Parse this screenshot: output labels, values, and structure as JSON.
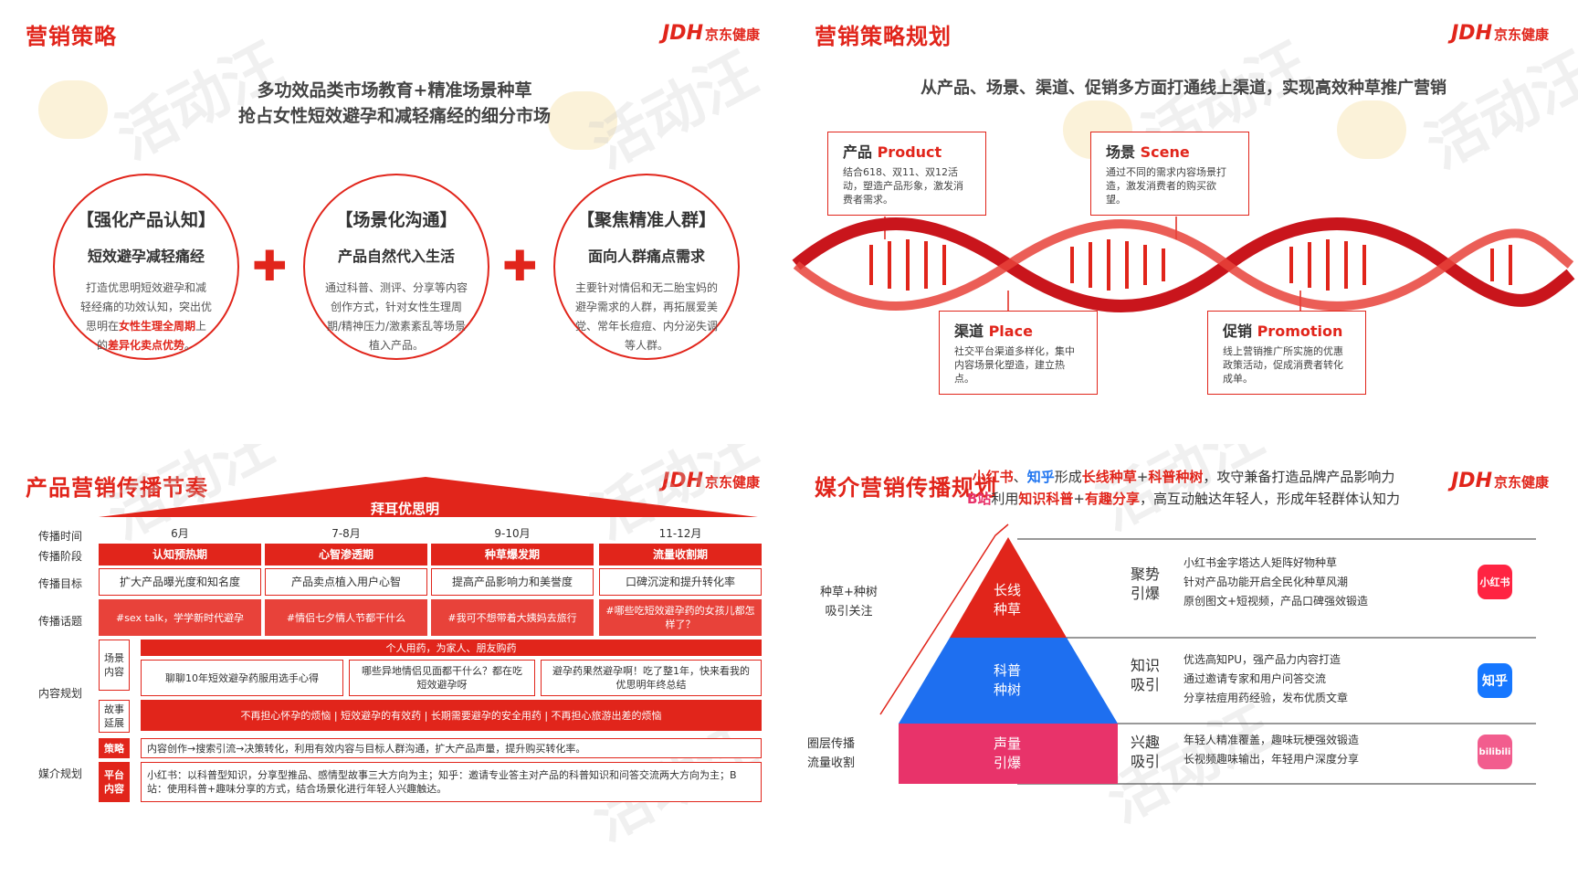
{
  "brand_logo": {
    "mark": "JDH",
    "name": "京东健康"
  },
  "watermark": "活动汪",
  "colors": {
    "brand_red": "#e1251b",
    "blue": "#1e74f0",
    "pink": "#e8336a"
  },
  "p1": {
    "title": "营销策略",
    "sub1": "多功效品类市场教育+精准场景种草",
    "sub2": "抢占女性短效避孕和减轻痛经的细分市场",
    "circles": [
      {
        "h": "【强化产品认知】",
        "h2": "短效避孕减轻痛经",
        "d1": "打造优思明短效避孕和减",
        "d2": "轻经痛的功效认知，突出优",
        "d3a": "思明在",
        "d3b": "女性生理全周期",
        "d3c": "上",
        "d4a": "的",
        "d4b": "差异化卖点优势",
        "d4c": "。"
      },
      {
        "h": "【场景化沟通】",
        "h2": "产品自然代入生活",
        "d": "通过科普、测评、分享等内容创作方式，针对女性生理周期/精神压力/激素紊乱等场景植入产品。"
      },
      {
        "h": "【聚焦精准人群】",
        "h2": "面向人群痛点需求",
        "d": "主要针对情侣和无二胎宝妈的避孕需求的人群，再拓展爱美党、常年长痘痘、内分泌失调等人群。"
      }
    ],
    "plus": "✚"
  },
  "p2": {
    "title": "营销策略规划",
    "sub": "从产品、场景、渠道、促销多方面打通线上渠道，实现高效种草推广营销",
    "boxes": [
      {
        "cn": "产品 ",
        "en": "Product",
        "d": "结合618、双11、双12活动，塑造产品形象，激发消费者需求。"
      },
      {
        "cn": "场景 ",
        "en": "Scene",
        "d": "通过不同的需求内容场景打造，激发消费者的购买欲望。"
      },
      {
        "cn": "渠道 ",
        "en": "Place",
        "d": "社交平台渠道多样化，集中内容场景化塑造，建立热点。"
      },
      {
        "cn": "促销 ",
        "en": "Promotion",
        "d": "线上营销推广所实施的优惠政策活动，促成消费者转化成单。"
      }
    ]
  },
  "p3": {
    "title": "产品营销传播节奏",
    "roof": "拜耳优思明",
    "row_labels": [
      "传播时间",
      "传播阶段",
      "传播目标",
      "传播话题",
      "内容规划",
      "媒介规划"
    ],
    "sub_labels": {
      "scene": "场景\n内容",
      "story": "故事\n延展",
      "strategy": "策略",
      "platform": "平台\n内容"
    },
    "months": [
      "6月",
      "7-8月",
      "9-10月",
      "11-12月"
    ],
    "stages": [
      "认知预热期",
      "心智渗透期",
      "种草爆发期",
      "流量收割期"
    ],
    "goals": [
      "扩大产品曝光度和知名度",
      "产品卖点植入用户心智",
      "提高产品影响力和美誉度",
      "口碑沉淀和提升转化率"
    ],
    "topics": [
      "#sex talk，学学新时代避孕",
      "#情侣七夕情人节都干什么",
      "#我可不想带着大姨妈去旅行",
      "#哪些吃短效避孕药的女孩儿都怎样了？"
    ],
    "scene_header": "个人用药，为家人、朋友购药",
    "scenes": [
      "聊聊10年短效避孕药服用选手心得",
      "哪些异地情侣见面都干什么？都在吃短效避孕呀",
      "避孕药果然避孕啊！吃了整1年，快来看我的优思明年终总结"
    ],
    "story": "不再担心怀孕的烦恼 | 短效避孕的有效药 | 长期需要避孕的安全用药 | 不再担心旅游出差的烦恼",
    "strategy": "内容创作→搜索引流→决策转化，利用有效内容与目标人群沟通，扩大产品声量，提升购买转化率。",
    "platform": "小红书：以科普型知识，分享型推品、感情型故事三大方向为主；知乎：邀请专业答主对产品的科普知识和问答交流两大方向为主；B站：使用科普+趣味分享的方式，结合场景化进行年轻人兴趣触达。"
  },
  "p4": {
    "title": "媒介营销传播规划",
    "line1": [
      {
        "t": "小红书",
        "c": "red"
      },
      {
        "t": "、",
        "c": ""
      },
      {
        "t": "知乎",
        "c": "blue"
      },
      {
        "t": "形成",
        "c": ""
      },
      {
        "t": "长线种草",
        "c": "red"
      },
      {
        "t": "+",
        "c": ""
      },
      {
        "t": "科普种树",
        "c": "red"
      },
      {
        "t": "，攻守兼备打造品牌产品影响力",
        "c": ""
      }
    ],
    "line2": [
      {
        "t": "B站",
        "c": "pink"
      },
      {
        "t": "利用",
        "c": ""
      },
      {
        "t": "知识科普",
        "c": "red"
      },
      {
        "t": "+",
        "c": ""
      },
      {
        "t": "有趣分享",
        "c": "red"
      },
      {
        "t": "，高互动触达年轻人，形成年轻群体认知力",
        "c": ""
      }
    ],
    "left_labels": [
      "种草+种树\n吸引关注",
      "圈层传播\n流量收割"
    ],
    "pyramid": [
      "长线\n种草",
      "科普\n种树",
      "声量\n引爆"
    ],
    "tiers": [
      {
        "name": "聚势\n引爆",
        "lines": [
          "小红书金字塔达人矩阵好物种草",
          "针对产品功能开启全民化种草风潮",
          "原创图文+短视频，产品口碑强效锻造"
        ],
        "icon": "小红书",
        "icon_name": "xiaohongshu-icon"
      },
      {
        "name": "知识\n吸引",
        "lines": [
          "优选高知PU，强产品力内容打造",
          "通过邀请专家和用户问答交流",
          "分享祛痘用药经验，发布优质文章"
        ],
        "icon": "知乎",
        "icon_name": "zhihu-icon"
      },
      {
        "name": "兴趣\n吸引",
        "lines": [
          "年轻人精准覆盖，趣味玩梗强效锻造",
          "长视频趣味输出，年轻用户深度分享"
        ],
        "icon": "bilibili",
        "icon_name": "bilibili-icon"
      }
    ]
  }
}
